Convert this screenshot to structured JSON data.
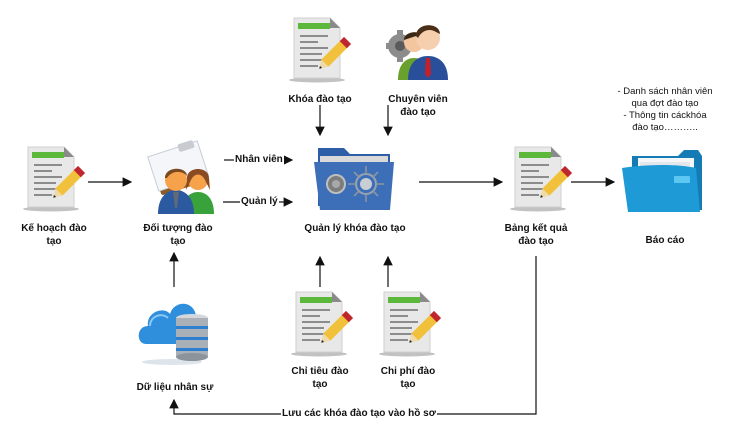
{
  "diagram": {
    "type": "process-flow",
    "nodes": {
      "ke_hoach": {
        "label_line1": "Kế hoạch đào",
        "label_line2": "tạo",
        "icon": "document-pencil-icon"
      },
      "doi_tuong": {
        "label_line1": "Đối tượng đào",
        "label_line2": "tạo",
        "icon": "people-clipboard-icon"
      },
      "khoa_dao_tao": {
        "label": "Khóa đào tạo",
        "icon": "document-pencil-icon"
      },
      "chuyen_vien": {
        "label_line1": "Chuyên viên",
        "label_line2": "đào tạo",
        "icon": "business-people-gear-icon"
      },
      "quan_ly": {
        "label": "Quản lý khóa đào tạo",
        "icon": "folder-vault-icon"
      },
      "bang_ket_qua": {
        "label_line1": "Bảng kết quả",
        "label_line2": "đào tạo",
        "icon": "document-pencil-icon"
      },
      "bao_cao": {
        "label": "Báo cáo",
        "icon": "blue-folder-icon"
      },
      "du_lieu": {
        "label": "Dữ liệu nhân sự",
        "icon": "cloud-database-icon"
      },
      "chi_tieu": {
        "label_line1": "Chỉ tiêu đào",
        "label_line2": "tạo",
        "icon": "document-pencil-icon"
      },
      "chi_phi": {
        "label_line1": "Chi phí đào",
        "label_line2": "tạo",
        "icon": "document-pencil-icon"
      }
    },
    "report_note": {
      "line1": "- Danh sách nhân viên",
      "line2": "qua đợt đào tạo",
      "line3": "- Thông tin cáckhóa",
      "line4": "đào tạo……….."
    },
    "edges": {
      "nhan_vien": "Nhân viên",
      "quan_ly": "Quản lý",
      "luu": "Lưu các khóa đào tạo vào hồ sơ"
    },
    "colors": {
      "doc_green": "#5cb83a",
      "doc_paper": "#e6e6e6",
      "folder_blue": "#3d6fb8",
      "report_blue": "#1e9ad6",
      "cloud_blue": "#2f8fdc",
      "arrow": "#111111"
    }
  }
}
